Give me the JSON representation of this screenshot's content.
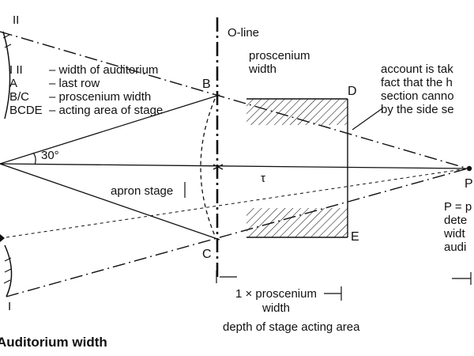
{
  "legend": [
    {
      "key": "I II",
      "desc": "– width of auditorium"
    },
    {
      "key": "A",
      "desc": "– last row"
    },
    {
      "key": "B/C",
      "desc": "– proscenium width"
    },
    {
      "key": "BCDE",
      "desc": "– acting area of stage"
    }
  ],
  "labels": {
    "roman_top": "II",
    "roman_bottom": "I",
    "o_line": "O-line",
    "proscenium_line1": "proscenium",
    "proscenium_line2": "width",
    "point_b": "B",
    "point_c": "C",
    "point_d": "D",
    "point_e": "E",
    "point_p": "P",
    "angle": "30°",
    "tau": "τ",
    "apron": "apron stage",
    "depth_line1": "1 × proscenium",
    "depth_line2": "width",
    "depth_caption": "depth of stage acting area",
    "caption": "Auditorium width"
  },
  "note_account": [
    "account is tak",
    "fact that the h",
    "section canno",
    "by the side se"
  ],
  "note_p": [
    "P = p",
    "dete",
    "widt",
    "audi"
  ]
}
